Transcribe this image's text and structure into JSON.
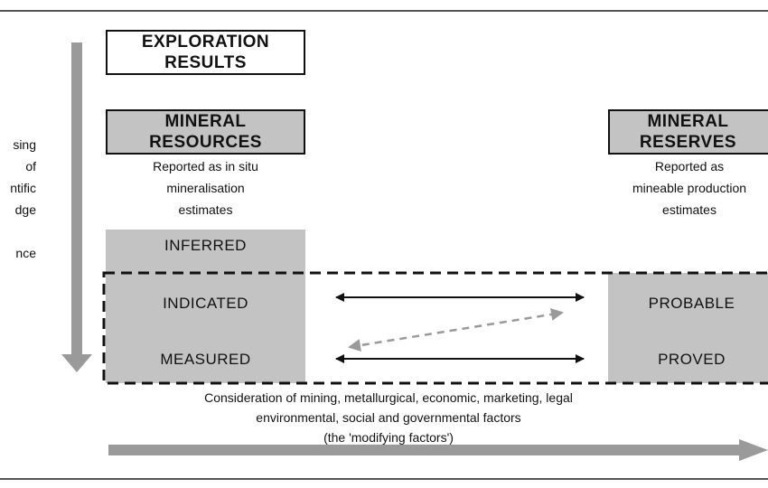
{
  "exploration": {
    "line1": "EXPLORATION",
    "line2": "RESULTS"
  },
  "resources": {
    "line1": "MINERAL",
    "line2": "RESOURCES",
    "note": [
      "Reported as in situ",
      "mineralisation",
      "estimates"
    ],
    "categories": {
      "inferred": "INFERRED",
      "indicated": "INDICATED",
      "measured": "MEASURED"
    }
  },
  "reserves": {
    "line1": "MINERAL",
    "line2": "RESERVES",
    "note": [
      "Reported as",
      "mineable production",
      "estimates"
    ],
    "categories": {
      "probable": "PROBABLE",
      "proved": "PROVED"
    }
  },
  "side_text": [
    "sing",
    "of",
    "ntific",
    "dge",
    "",
    "nce"
  ],
  "modifying": [
    "Consideration of mining, metallurgical, economic, marketing, legal",
    "environmental, social and governmental factors",
    "(the 'modifying factors')"
  ],
  "colors": {
    "grey_fill": "#c3c3c3",
    "arrow_grey": "#9a9a9a",
    "black": "#111111"
  }
}
